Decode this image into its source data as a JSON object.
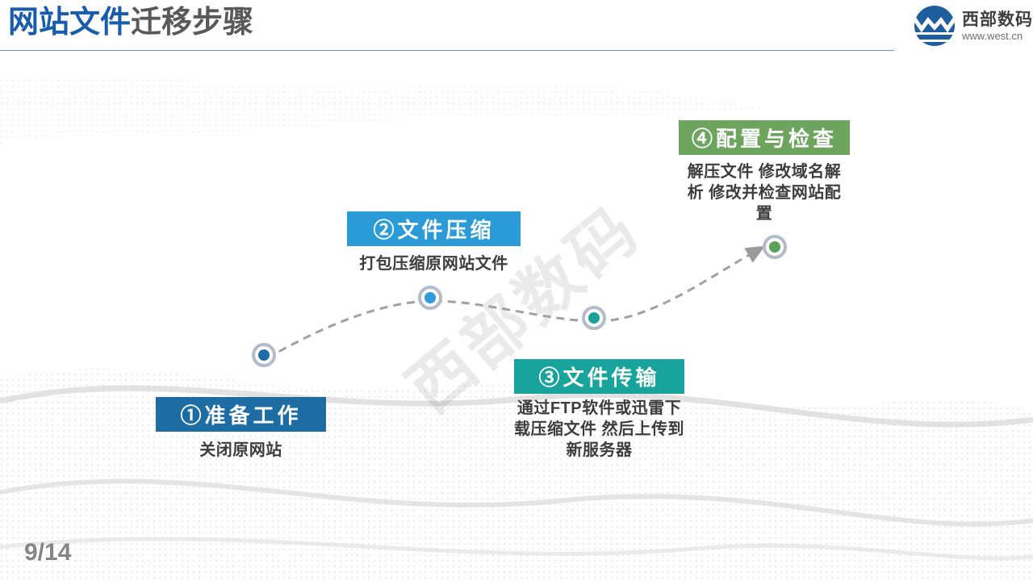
{
  "header": {
    "title_highlight": "网站文件",
    "title_rest": "迁移步骤",
    "logo_name": "西部数码",
    "logo_url": "www.west.cn"
  },
  "steps": [
    {
      "label": "①准备工作",
      "description": "关闭原网站",
      "box_color": "#1E6CA4",
      "dot_color": "#1E6CA4"
    },
    {
      "label": "②文件压缩",
      "description": "打包压缩原网站文件",
      "box_color": "#2B9BD7",
      "dot_color": "#2E9BDB"
    },
    {
      "label": "③文件传输",
      "description": "通过FTP软件或迅雷下\n载压缩文件 然后上传到\n新服务器",
      "box_color": "#18A49C",
      "dot_color": "#18A49C"
    },
    {
      "label": "④配置与检查",
      "description": "解压文件 修改域名解\n析 修改并检查网站配\n置",
      "box_color": "#6DA55F",
      "dot_color": "#5BA457"
    }
  ],
  "watermark": "西部数码",
  "footer": {
    "page_number": "9/14"
  },
  "colors": {
    "title_highlight": "#1A5CAC",
    "title_rest": "#595959",
    "header_rule": "#5E9BC9",
    "connector": "#A1A1A1",
    "node_ring": "#B4BBC8",
    "logo_blue": "#1E5E9E"
  }
}
